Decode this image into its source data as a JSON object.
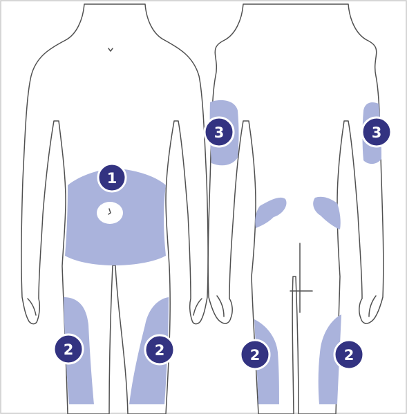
{
  "colors": {
    "frame": "#c8c8c8",
    "outline": "#505050",
    "zone": "#aab3dc",
    "badge": "#333381",
    "badge_ring": "#ffffff",
    "badge_text": "#ffffff"
  },
  "figures": {
    "front": {
      "zone_names": [
        "abdomen",
        "left-thigh-front",
        "right-thigh-front"
      ]
    },
    "back": {
      "zone_names": [
        "left-upper-arm",
        "right-upper-arm",
        "left-lower-back",
        "right-lower-back",
        "left-thigh-back",
        "right-thigh-back"
      ]
    }
  },
  "badges": {
    "abdomen": "1",
    "front_left_thigh": "2",
    "front_right_thigh": "2",
    "back_left_arm": "3",
    "back_right_arm": "3",
    "back_left_thigh": "2",
    "back_right_thigh": "2"
  }
}
